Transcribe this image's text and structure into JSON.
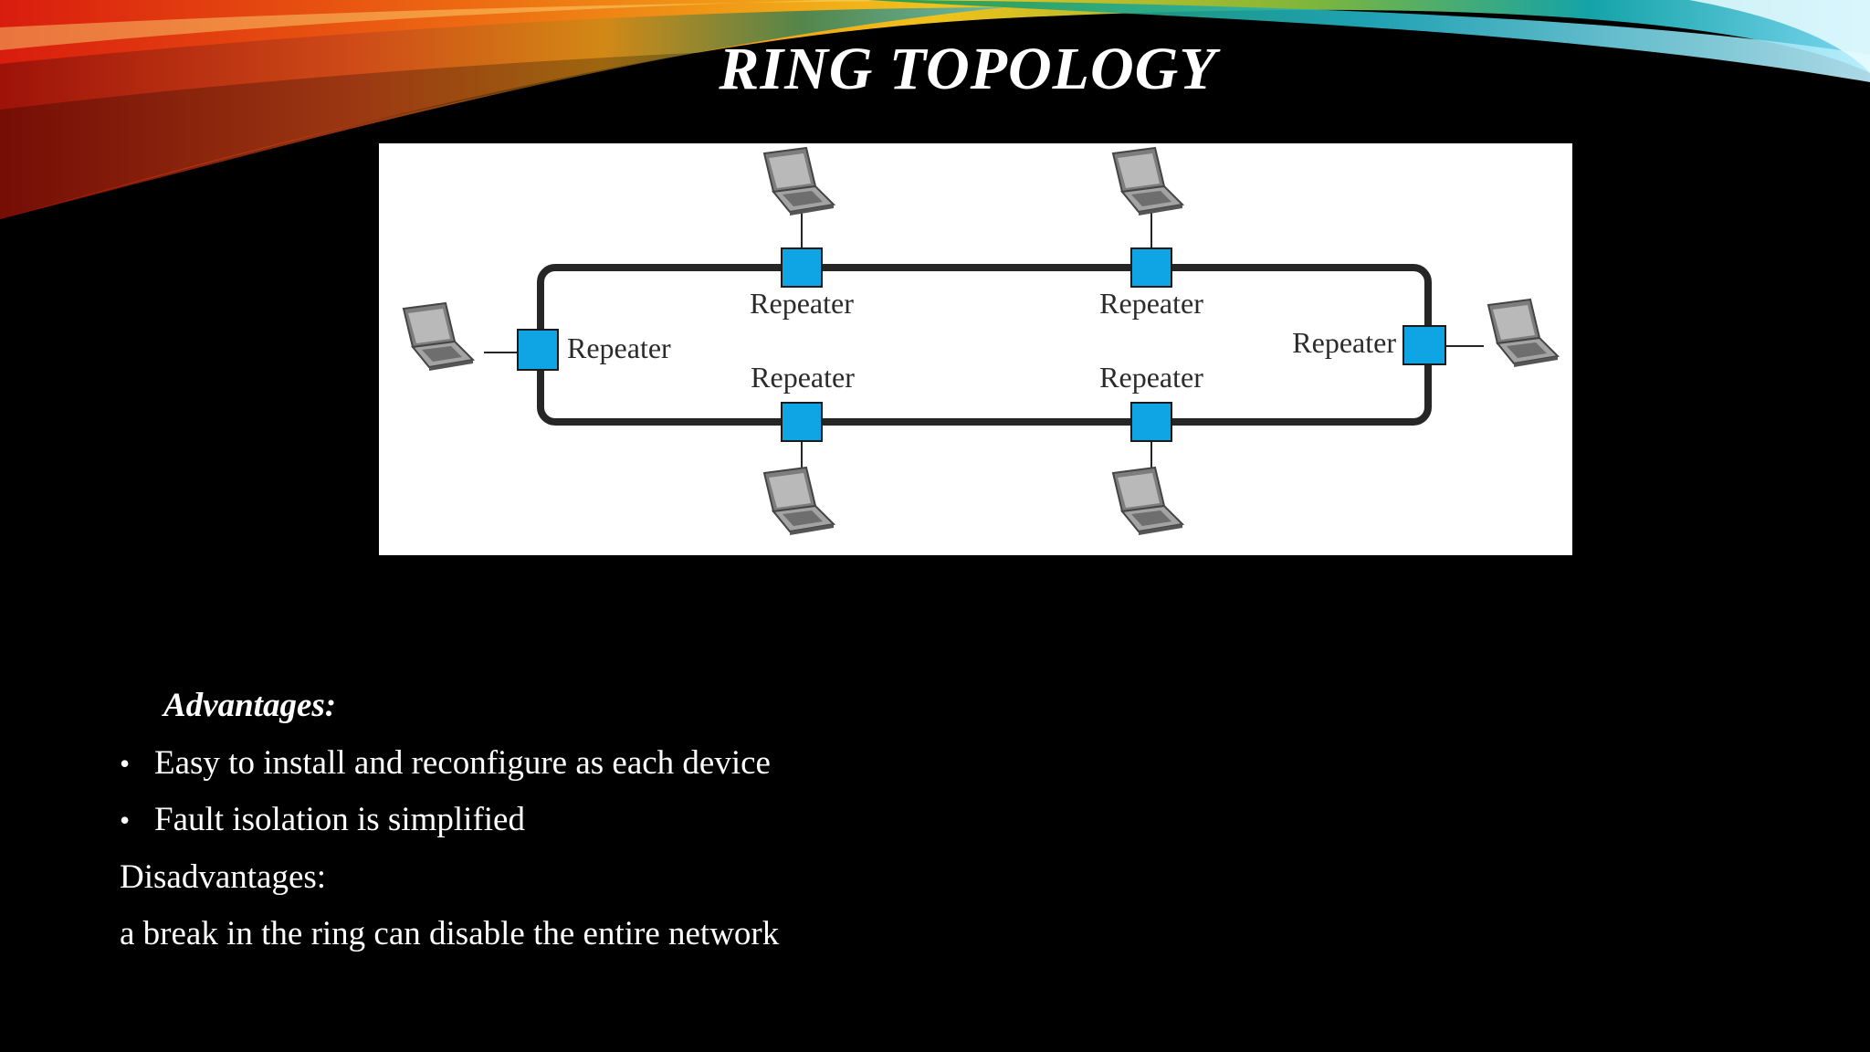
{
  "slide": {
    "title": "RING TOPOLOGY"
  },
  "diagram": {
    "repeater_label": "Repeater",
    "repeater_color": "#0fa4e3",
    "ring_color": "#262626"
  },
  "content": {
    "advantages_heading": "Advantages:",
    "bullet_glyph": "•",
    "advantages": [
      "Easy to install and reconfigure as each device",
      "Fault isolation is simplified"
    ],
    "disadvantages_heading": "Disadvantages:",
    "disadvantage_text": "a break in the ring can disable the entire network"
  }
}
